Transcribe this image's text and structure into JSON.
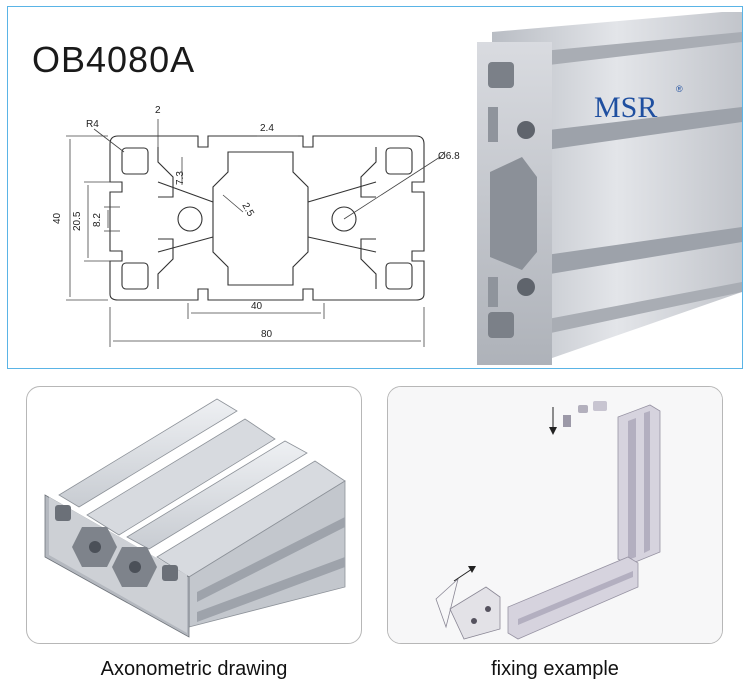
{
  "title": "OB4080A",
  "brand": "MSR",
  "brand_mark": "®",
  "dimensions": {
    "r4": "R4",
    "d2": "2",
    "d24": "2.4",
    "dia": "Ø6.8",
    "d73": "7.3",
    "d25": "2.5",
    "d40h": "40",
    "d205": "20.5",
    "d82": "8.2",
    "d40w": "40",
    "d80": "80"
  },
  "captions": {
    "left": "Axonometric drawing",
    "right": "fixing example"
  },
  "colors": {
    "frame": "#5ab4e6",
    "brand": "#1f4fa0",
    "aluminium": "#c9ccd2"
  }
}
